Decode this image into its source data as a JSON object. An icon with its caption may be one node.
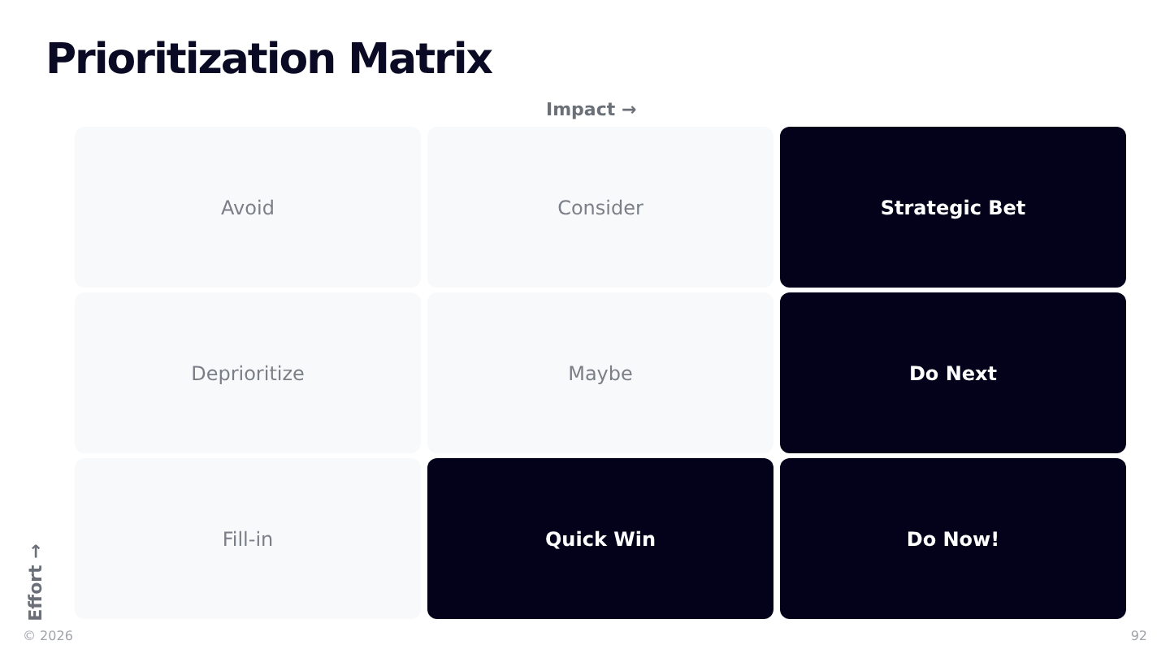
{
  "diagram": {
    "title": "Prioritization Matrix",
    "nodes": [
      {
        "text": [
          "Avoid"
        ]
      },
      {
        "text": [
          "Consider"
        ]
      },
      {
        "text": [
          "Strategic Bet"
        ]
      },
      {
        "text": [
          "Deprioritize"
        ]
      },
      {
        "text": [
          "Maybe"
        ]
      },
      {
        "text": [
          "Do Next"
        ]
      },
      {
        "text": [
          "Fill-in"
        ]
      },
      {
        "text": [
          "Quick Win"
        ]
      },
      {
        "text": [
          "Do Now!"
        ]
      }
    ],
    "labels": [
      "Impact →",
      "Effort →",
      "© 2026",
      "92"
    ]
  }
}
